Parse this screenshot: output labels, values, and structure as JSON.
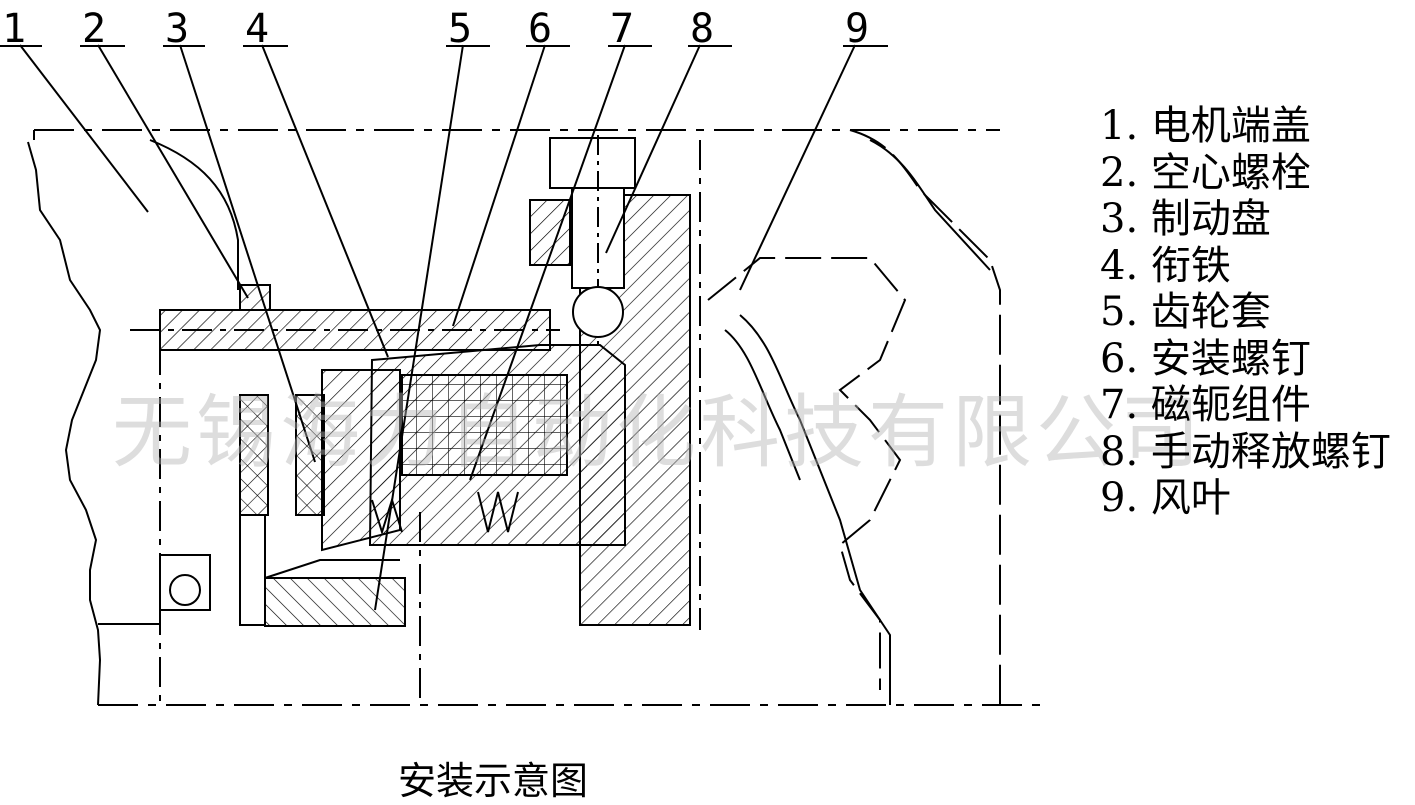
{
  "callouts": [
    "1",
    "2",
    "3",
    "4",
    "5",
    "6",
    "7",
    "8",
    "9"
  ],
  "legend": [
    "1. 电机端盖",
    "2. 空心螺栓",
    "3. 制动盘",
    "4. 衔铁",
    "5. 齿轮套",
    "6. 安装螺钉",
    "7. 磁轭组件",
    "8. 手动释放螺钉",
    "9. 风叶"
  ],
  "caption": "安装示意图",
  "watermark": "无锡海力自动化科技有限公司",
  "colors": {
    "line": "#000000",
    "watermark": "#b4b4b4"
  }
}
